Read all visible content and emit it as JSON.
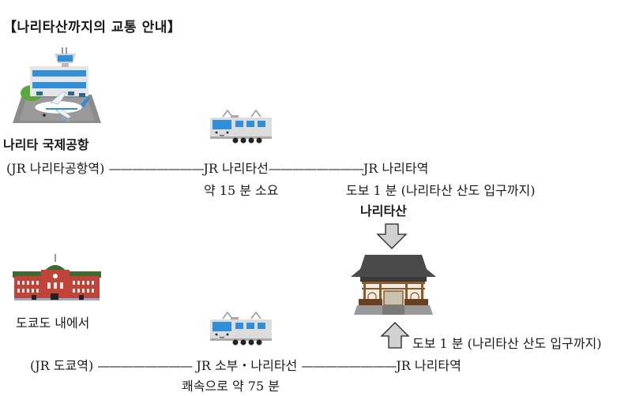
{
  "title": "【나리타산까지의 교통 안내】",
  "route_airport": {
    "origin_name": "나리타 국제공항",
    "origin_station": "(JR 나리타공항역)",
    "dashes_1": "————————",
    "line": "JR 나리타선",
    "dashes_2": "————————",
    "destination_station": "JR 나리타역",
    "duration": "약 15 분 소요",
    "walk": "도보 1 분 (나리타산 산도 입구까지)"
  },
  "destination": {
    "name": "나리타산",
    "arrow_down": "down-arrow",
    "arrow_up": "up-arrow"
  },
  "route_tokyo": {
    "origin_name": "도쿄도 내에서",
    "origin_station": "(JR 도쿄역)",
    "dashes_1": "————————",
    "line": "JR 소부・나리타선",
    "dashes_2": "————————",
    "destination_station": "JR 나리타역",
    "duration": "쾌속으로 약 75 분",
    "walk": "도보 1 분 (나리타산 산도 입구까지)"
  },
  "icons": {
    "airport": "airport-illustration",
    "train": "train-illustration",
    "temple": "temple-illustration",
    "tokyo_station": "tokyo-station-illustration"
  },
  "colors": {
    "train_blue": "#2f8fd8",
    "train_body": "#d8d8d8",
    "temple_roof": "#4a4a4a",
    "temple_wood": "#8a5a2b",
    "arrow_fill": "#d0d0d0",
    "station_brick": "#c0443a",
    "station_roof": "#3f6b2f"
  }
}
